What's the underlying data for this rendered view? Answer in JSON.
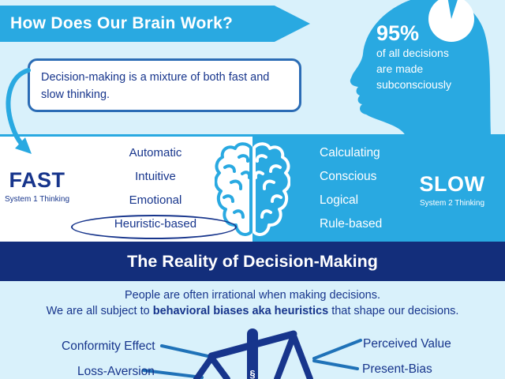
{
  "colors": {
    "accent_cyan": "#29A9E1",
    "navy_banner": "#132E7B",
    "text_navy": "#17358C",
    "light_bg": "#D9F1FB",
    "connector_blue": "#1F72B8",
    "bubble_border": "#2B6CB5"
  },
  "header": {
    "title": "How Does Our Brain Work?"
  },
  "head_stat": {
    "percent": "95%",
    "line1": "of all decisions",
    "line2": "are made",
    "line3": "subconsciously"
  },
  "speech_bubble": {
    "text": "Decision-making is a mixture of both fast and slow thinking."
  },
  "fast": {
    "label": "FAST",
    "sublabel": "System 1 Thinking",
    "items": [
      "Automatic",
      "Intuitive",
      "Emotional",
      "Heuristic-based"
    ]
  },
  "slow": {
    "label": "SLOW",
    "sublabel": "System 2 Thinking",
    "items": [
      "Calculating",
      "Conscious",
      "Logical",
      "Rule-based"
    ]
  },
  "reality_banner": {
    "title": "The Reality of Decision-Making"
  },
  "intro": {
    "line1": "People are often irrational when making decisions.",
    "line2_prefix": "We are all subject to ",
    "line2_bold": "behavioral biases aka heuristics",
    "line2_suffix": " that shape our decisions."
  },
  "biases": {
    "left": [
      "Conformity Effect",
      "Loss-Aversion"
    ],
    "right": [
      "Perceived Value",
      "Present-Bias"
    ],
    "scale_symbol": "§"
  }
}
